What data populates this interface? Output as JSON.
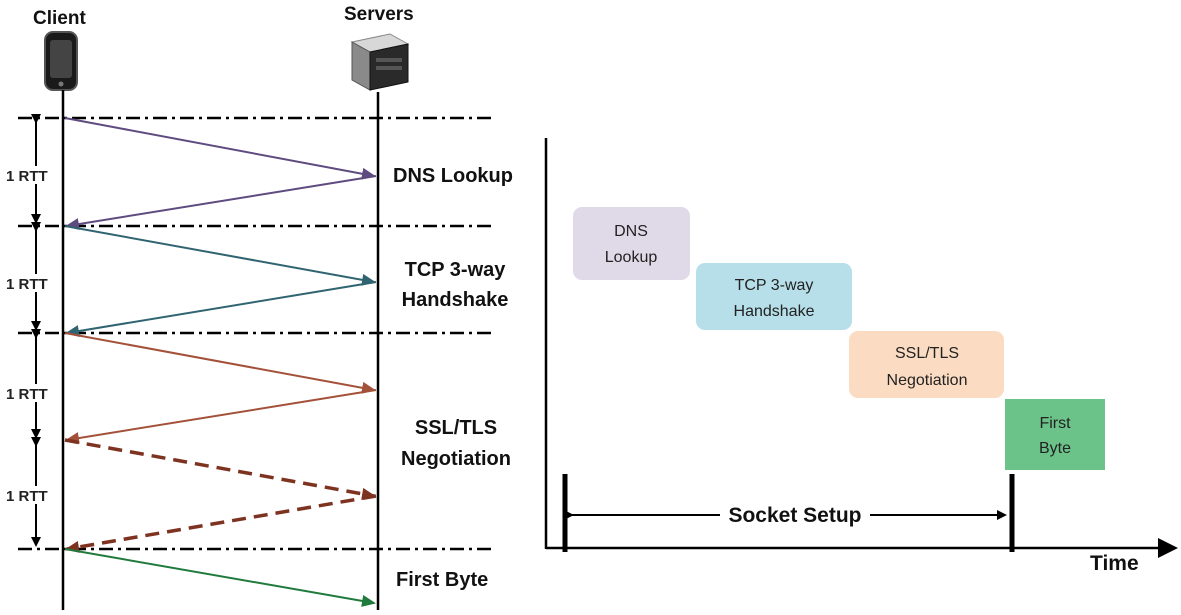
{
  "left": {
    "client_label": "Client",
    "servers_label": "Servers",
    "rtt_labels": [
      "1 RTT",
      "1 RTT",
      "1 RTT",
      "1 RTT"
    ],
    "phases": {
      "dns": "DNS Lookup",
      "tcp_line1": "TCP 3-way",
      "tcp_line2": "Handshake",
      "ssl_line1": "SSL/TLS",
      "ssl_line2": "Negotiation",
      "first_byte": "First Byte"
    },
    "arrow_colors": {
      "dns": "#5e4b7f",
      "tcp": "#2f6470",
      "ssl": "#a4513a",
      "ssl_dashed": "#7e3220",
      "first_byte": "#1f7a3c"
    }
  },
  "right": {
    "boxes": [
      {
        "line1": "DNS",
        "line2": "Lookup",
        "color": "#e0d9e8"
      },
      {
        "line1": "TCP 3-way",
        "line2": "Handshake",
        "color": "#b7dfe9"
      },
      {
        "line1": "SSL/TLS",
        "line2": "Negotiation",
        "color": "#fbdcc2"
      },
      {
        "line1": "First",
        "line2": "Byte",
        "color": "#6cc38a"
      }
    ],
    "socket_setup_label": "Socket Setup",
    "time_label": "Time"
  }
}
